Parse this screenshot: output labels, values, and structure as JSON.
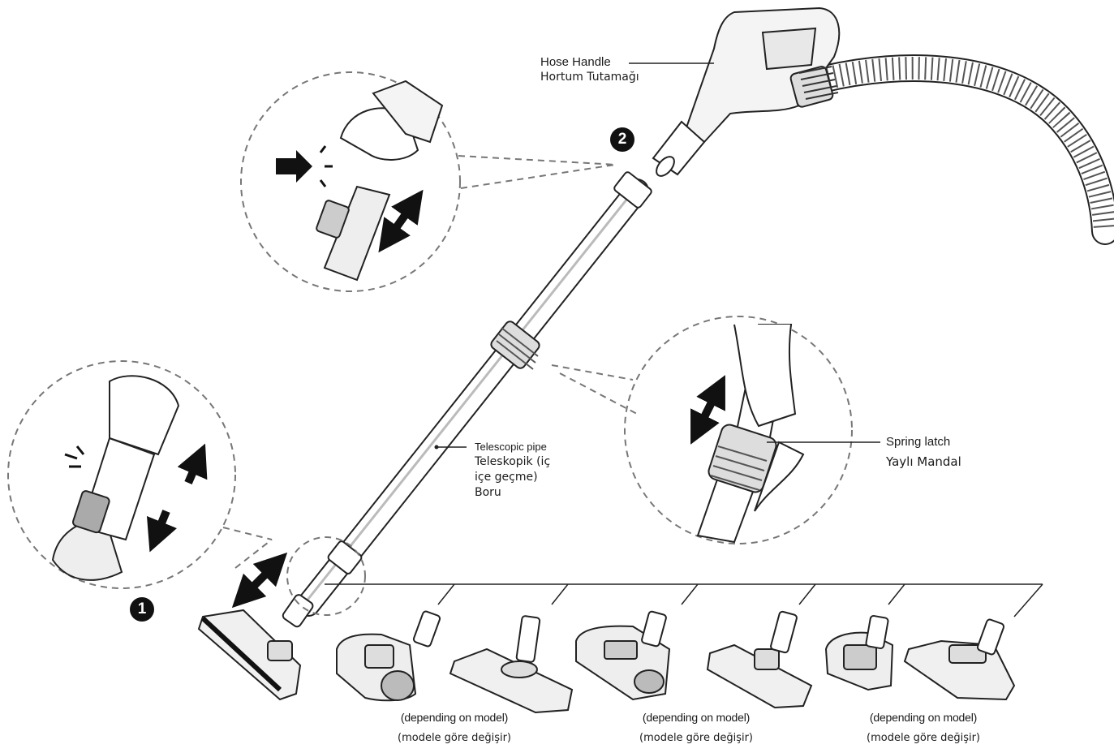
{
  "labels": {
    "hose_handle": {
      "en": "Hose Handle",
      "tr": "Hortum Tutamağı"
    },
    "telescopic_pipe": {
      "en": "Telescopic pipe",
      "tr": "Teleskopik (iç\niçe geçme)\nBoru"
    },
    "spring_latch": {
      "en": "Spring latch",
      "tr": "Yaylı Mandal"
    }
  },
  "steps": [
    "1",
    "2"
  ],
  "nozzle_captions": [
    {
      "en": "(depending on model)",
      "tr": "(modele göre değişir)"
    },
    {
      "en": "(depending on model)",
      "tr": "(modele göre değişir)"
    },
    {
      "en": "(depending on model)",
      "tr": "(modele göre değişir)"
    }
  ]
}
